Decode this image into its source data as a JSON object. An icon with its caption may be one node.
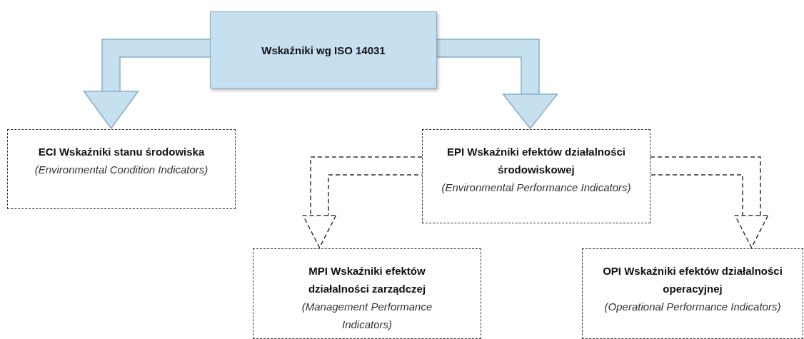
{
  "diagram": {
    "nodes": [
      {
        "text": [
          "Wskaźniki wg ISO 14031"
        ]
      },
      {
        "text": [
          "ECI Wskaźniki stanu środowiska",
          "(Environmental Condition Indicators)"
        ]
      },
      {
        "text": [
          "EPI Wskaźniki efektów działalności środowiskowej",
          "(Environmental Performance Indicators)"
        ]
      },
      {
        "text": [
          "MPI Wskaźniki efektów działalności zarządczej",
          "(Management Performance Indicators)"
        ]
      },
      {
        "text": [
          "OPI Wskaźniki efektów działalności operacyjnej",
          "(Operational Performance Indicators)"
        ]
      }
    ],
    "edges": [
      {
        "from": 0,
        "to": 1,
        "arrow": "to"
      },
      {
        "from": 0,
        "to": 2,
        "arrow": "to"
      },
      {
        "from": 2,
        "to": 3,
        "arrow": "to",
        "style": "dashed"
      },
      {
        "from": 2,
        "to": 4,
        "arrow": "to",
        "style": "dashed"
      }
    ]
  }
}
